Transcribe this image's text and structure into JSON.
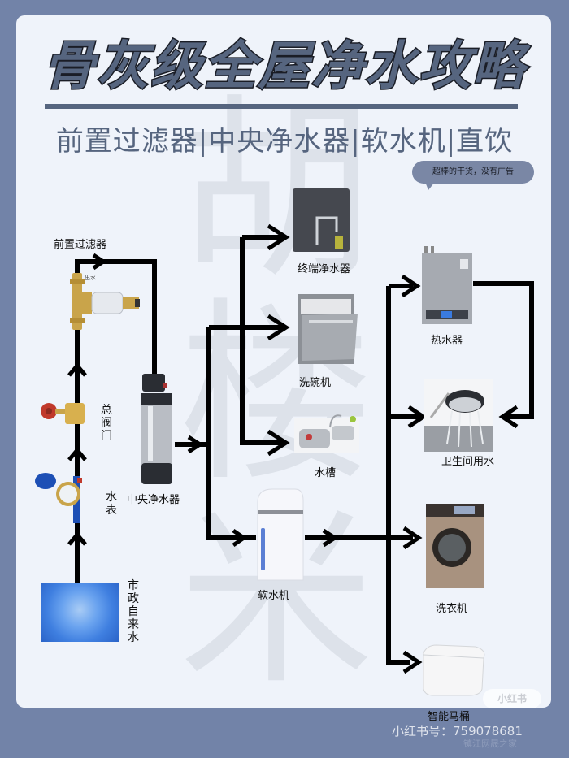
{
  "header": {
    "title": "骨灰级全屋净水攻略",
    "subtitle": "前置过滤器|中央净水器|软水机|直饮",
    "bubble": "超棒的干货，没有广告"
  },
  "watermark": "胡楼米",
  "colors": {
    "frame": "#7283a8",
    "card": "#eff3fa",
    "accent": "#56657f",
    "pipe": "#000000"
  },
  "nodes": {
    "prefilter": {
      "label": "前置过滤器",
      "port_label": "出水",
      "icon": "prefilter-icon"
    },
    "main_valve": {
      "label": "总阀门",
      "icon": "gate-valve-icon"
    },
    "water_meter": {
      "label": "水表",
      "icon": "water-meter-icon"
    },
    "municipal": {
      "label": "市政自来水",
      "icon": "water-ripple-icon"
    },
    "central_purifier": {
      "label": "中央净水器",
      "icon": "central-purifier-icon"
    },
    "terminal_purifier": {
      "label": "终端净水器",
      "icon": "terminal-purifier-icon"
    },
    "dishwasher": {
      "label": "洗碗机",
      "icon": "dishwasher-icon"
    },
    "sink": {
      "label": "水槽",
      "icon": "sink-icon"
    },
    "softener": {
      "label": "软水机",
      "icon": "water-softener-icon"
    },
    "water_heater": {
      "label": "热水器",
      "icon": "water-heater-icon"
    },
    "bathroom": {
      "label": "卫生间用水",
      "icon": "shower-icon"
    },
    "washer": {
      "label": "洗衣机",
      "icon": "washing-machine-icon"
    },
    "toilet": {
      "label": "智能马桶",
      "icon": "smart-toilet-icon"
    }
  },
  "footer": {
    "badge": "小红书",
    "account_id": "小红书号：759078681",
    "source": "镇江网晟之家"
  }
}
